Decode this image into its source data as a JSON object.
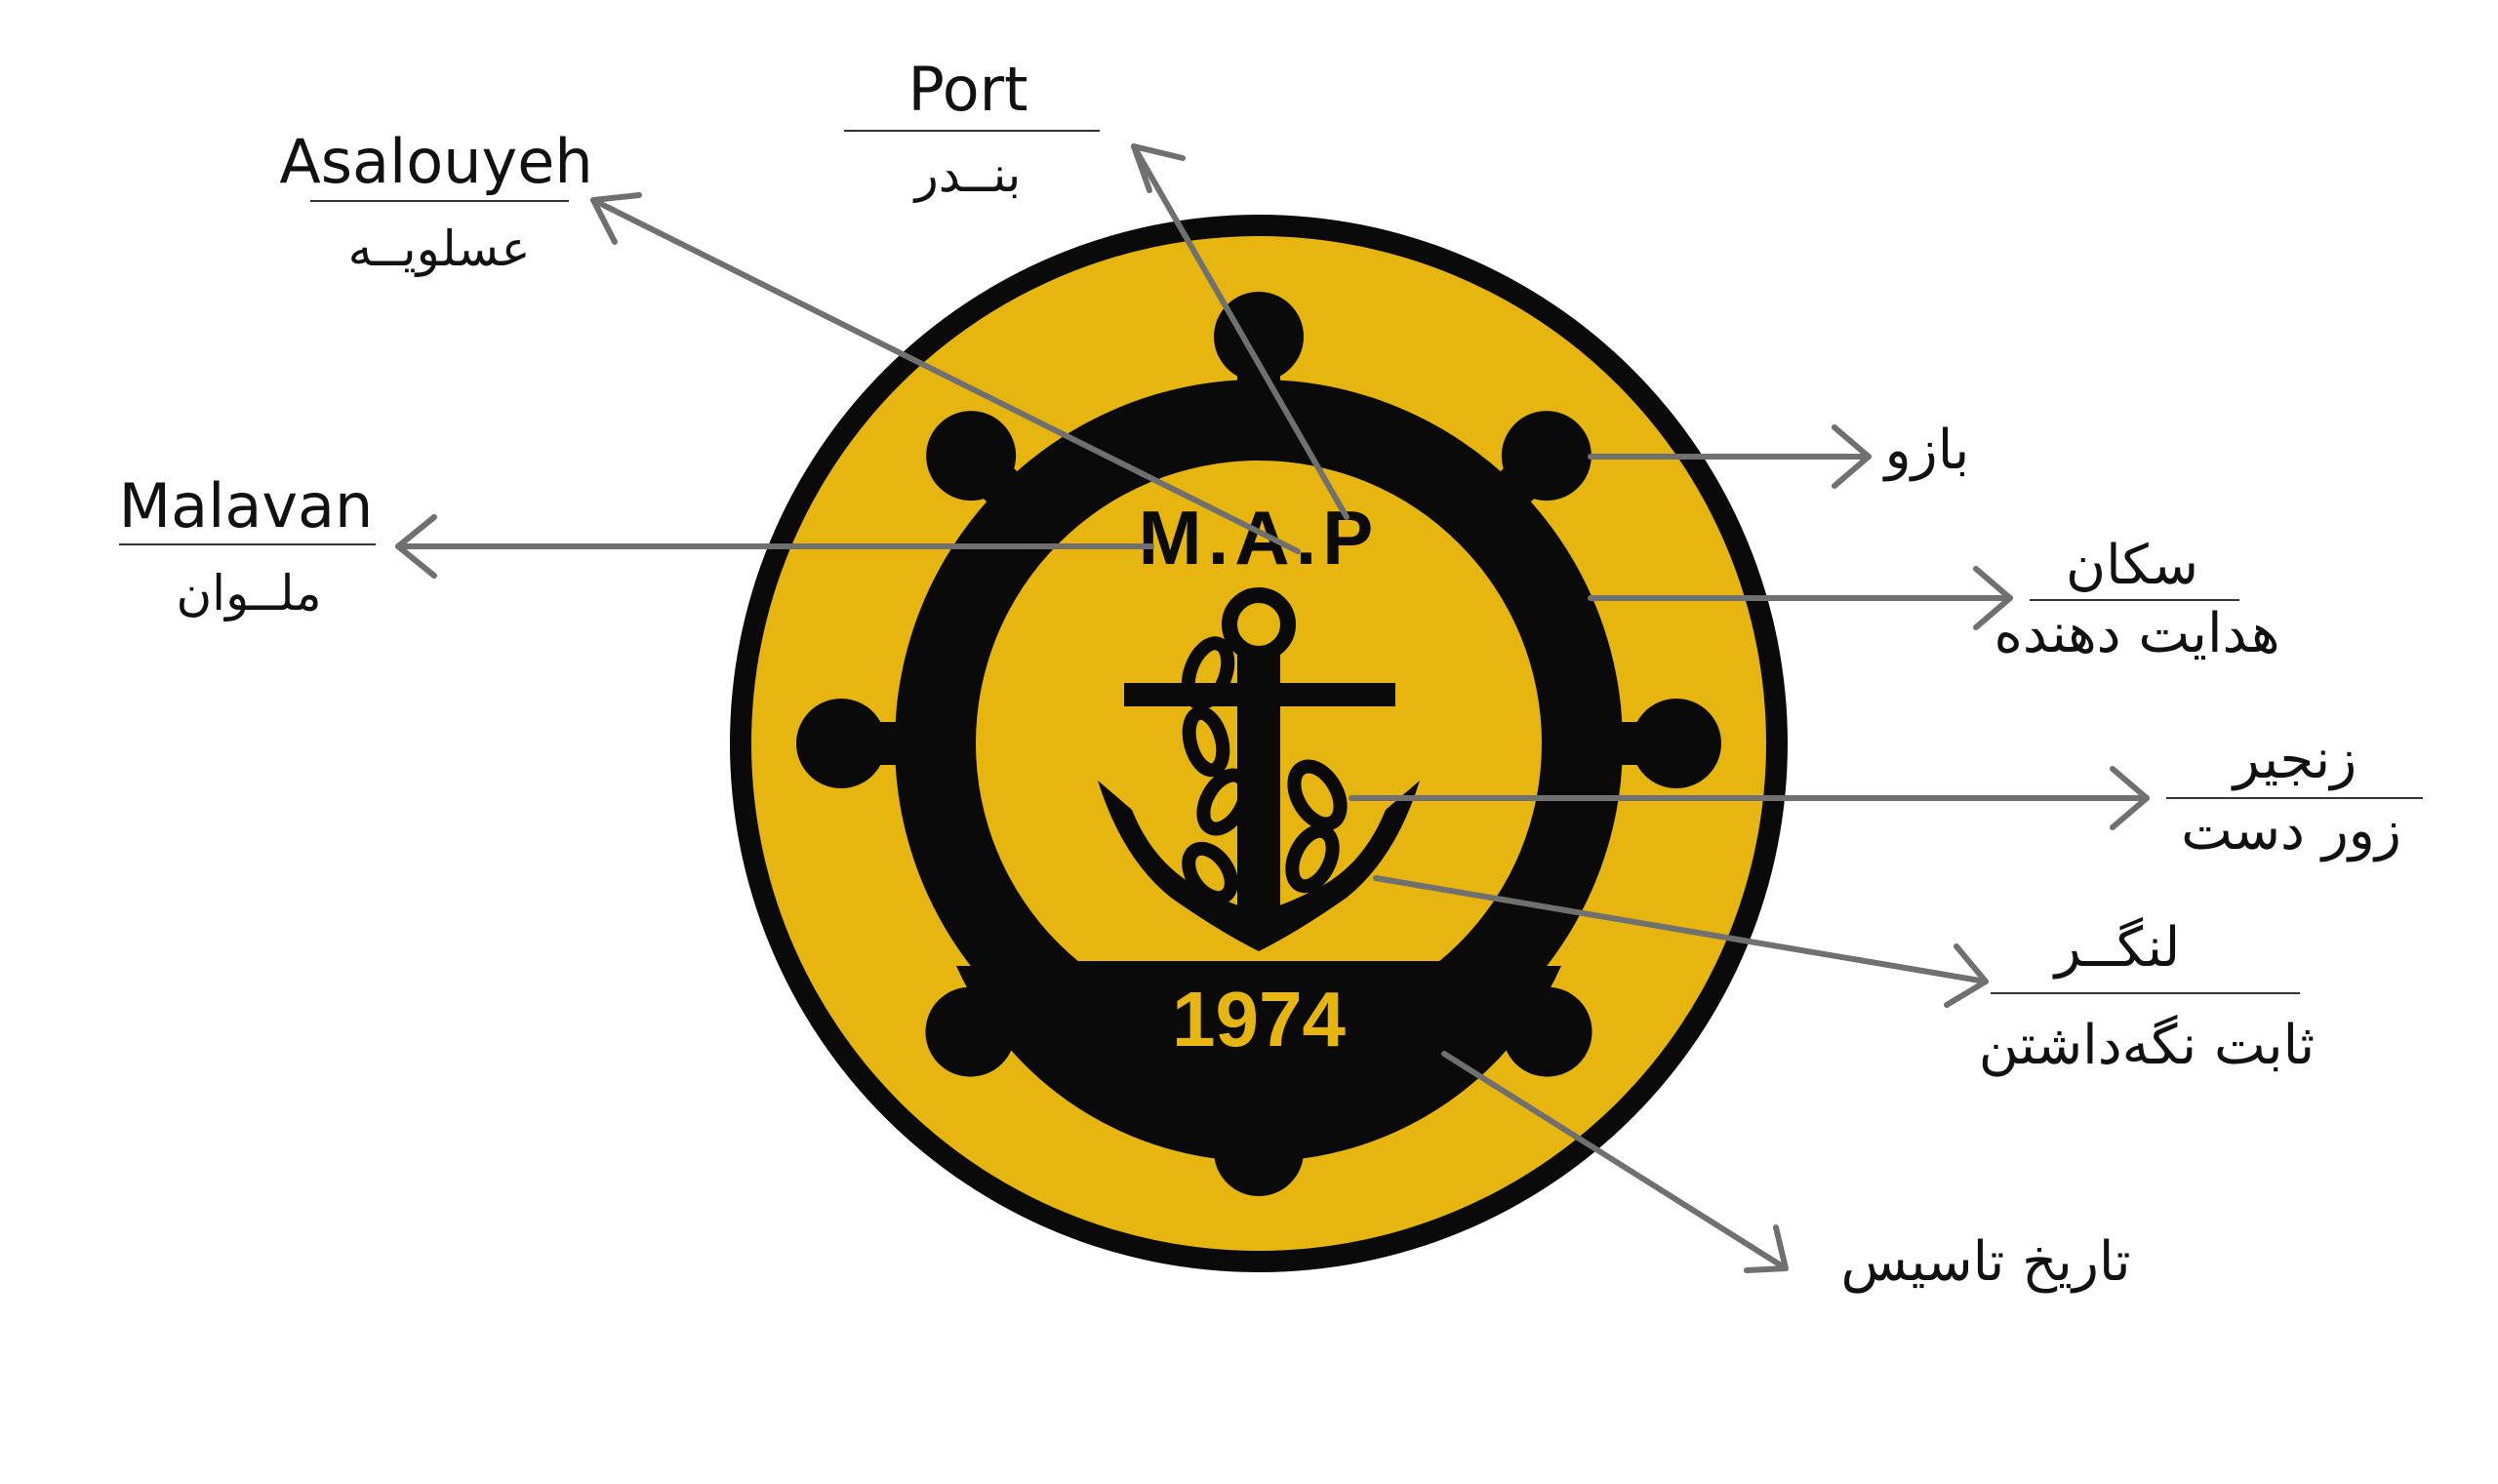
{
  "colors": {
    "gold": "#E6B50F",
    "black": "#0a0a0a",
    "arrow": "#707070",
    "text": "#111111"
  },
  "logo": {
    "initials": "M.A.P",
    "year": "1974"
  },
  "labels": {
    "port": {
      "en": "Port",
      "fa": "بنــدر"
    },
    "asalouyeh": {
      "en": "Asalouyeh",
      "fa": "عسلویــه"
    },
    "malavan": {
      "en": "Malavan",
      "fa": "ملــوان"
    },
    "bazoo": {
      "fa": "بازو"
    },
    "sokkan": {
      "fa": "سکان",
      "fa_sub": "هدایت دهنده"
    },
    "zanjir": {
      "fa": "زنجیر",
      "fa_sub": "زور دست"
    },
    "langar": {
      "fa": "لنگــر",
      "fa_sub": "ثابت نگه‌داشتن"
    },
    "founding": {
      "fa": "تاریخ تاسیس"
    }
  }
}
